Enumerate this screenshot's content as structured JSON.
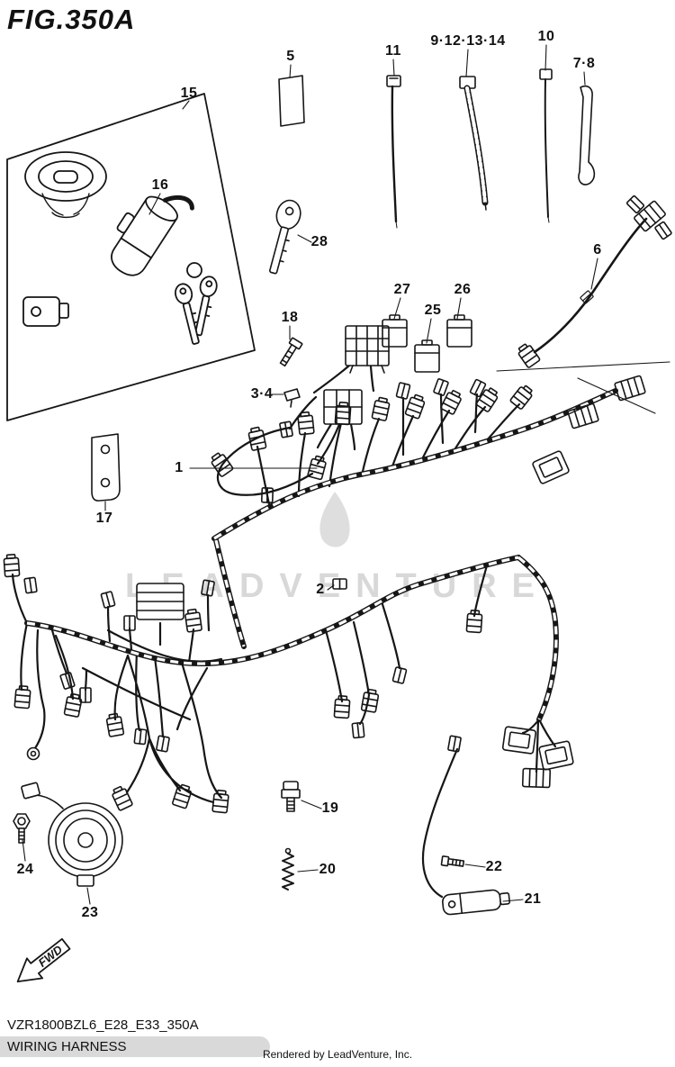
{
  "title": "FIG.350A",
  "watermark": {
    "text": "LEADVENTURE"
  },
  "fwd": {
    "label": "FWD"
  },
  "callouts": [
    {
      "label": "5"
    },
    {
      "label": "11"
    },
    {
      "label": "9·12·13·14"
    },
    {
      "label": "10"
    },
    {
      "label": "7·8"
    },
    {
      "label": "15"
    },
    {
      "label": "16"
    },
    {
      "label": "28"
    },
    {
      "label": "18"
    },
    {
      "label": "27"
    },
    {
      "label": "25"
    },
    {
      "label": "26"
    },
    {
      "label": "6"
    },
    {
      "label": "3·4"
    },
    {
      "label": "1"
    },
    {
      "label": "17"
    },
    {
      "label": "2"
    },
    {
      "label": "19"
    },
    {
      "label": "20"
    },
    {
      "label": "22"
    },
    {
      "label": "21"
    },
    {
      "label": "24"
    },
    {
      "label": "23"
    }
  ],
  "footer": {
    "code": "VZR1800BZL6_E28_E33_350A",
    "name": "WIRING HARNESS",
    "credit": "Rendered by LeadVenture, Inc."
  }
}
